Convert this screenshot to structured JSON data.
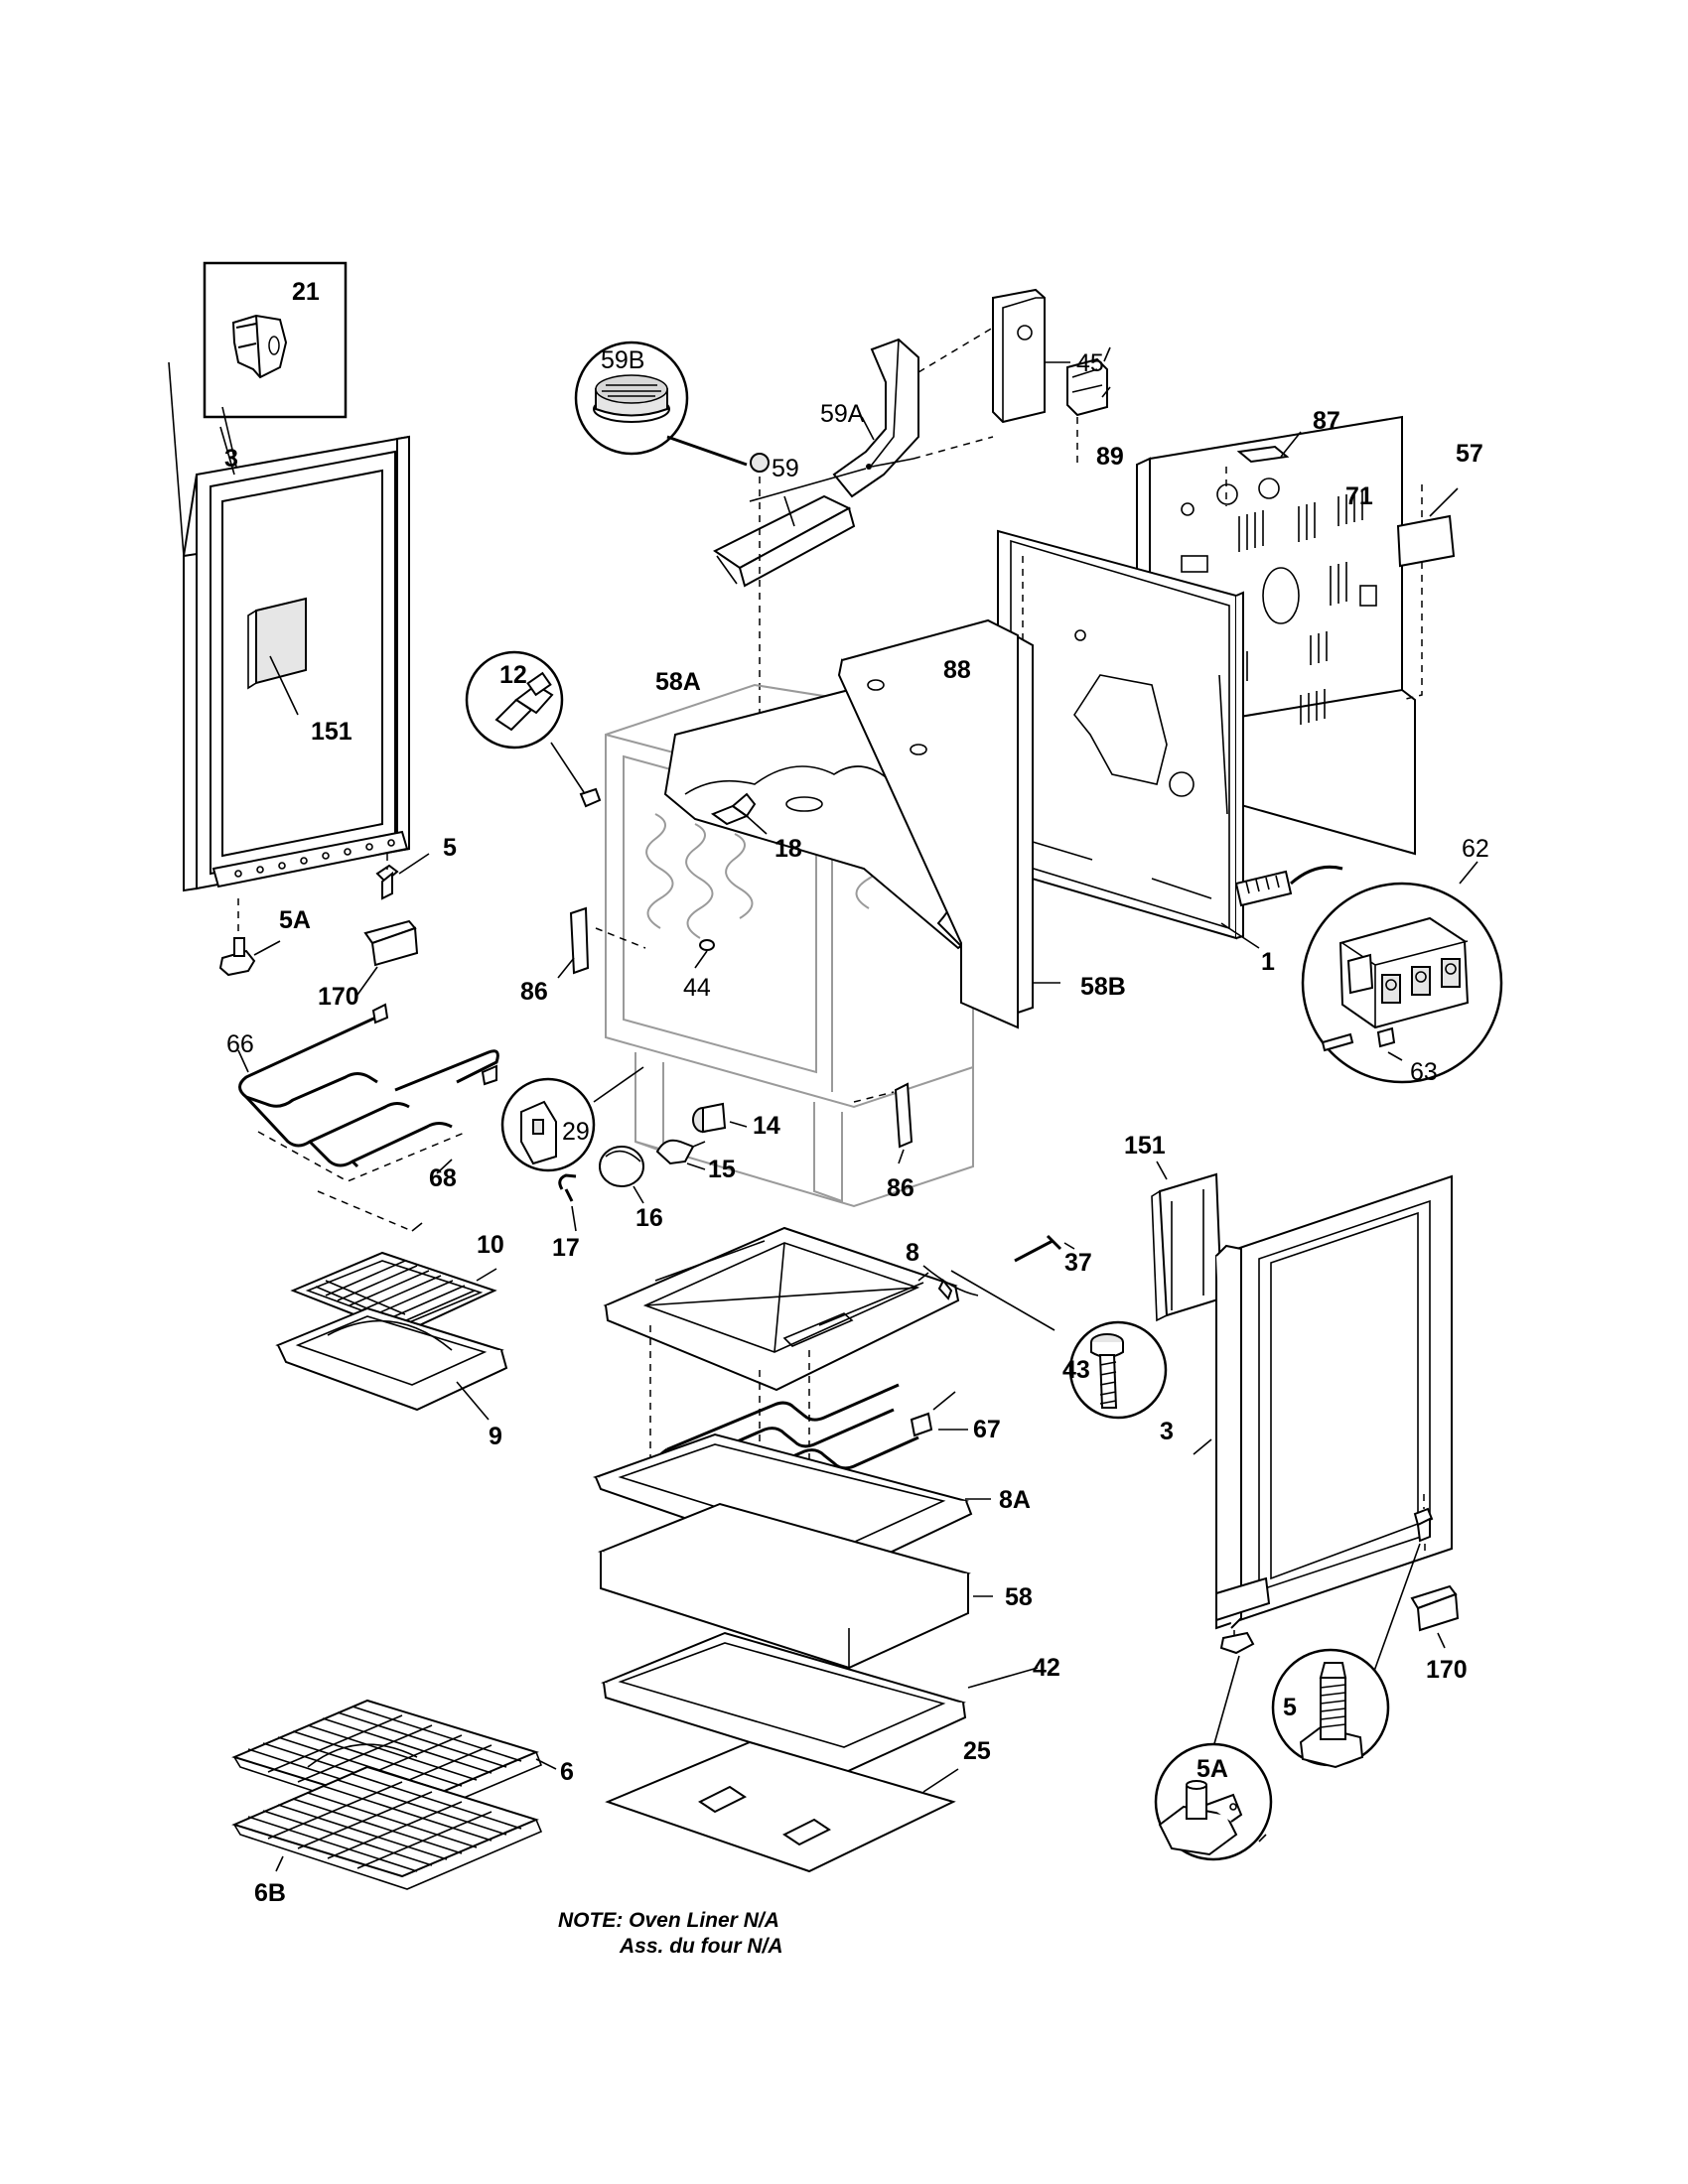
{
  "diagram": {
    "note_line1": "NOTE: Oven Liner N/A",
    "note_line2": "Ass. du four N/A",
    "labels": {
      "p21": "21",
      "p3_left": "3",
      "p151_left": "151",
      "p5_left": "5",
      "p5A_left": "5A",
      "p170_left": "170",
      "p12": "12",
      "p58A": "58A",
      "p59B": "59B",
      "p59": "59",
      "p59A": "59A",
      "p45": "45",
      "p89": "89",
      "p87": "87",
      "p71": "71",
      "p57": "57",
      "p88": "88",
      "p18": "18",
      "p62": "62",
      "p1": "1",
      "p58B": "58B",
      "p63": "63",
      "p86_left": "86",
      "p44": "44",
      "p66": "66",
      "p68": "68",
      "p29": "29",
      "p14": "14",
      "p15": "15",
      "p16": "16",
      "p17": "17",
      "p86_right": "86",
      "p151_right": "151",
      "p37": "37",
      "p10": "10",
      "p9": "9",
      "p8": "8",
      "p43": "43",
      "p3_right": "3",
      "p67": "67",
      "p8A": "8A",
      "p58": "58",
      "p42": "42",
      "p170_right": "170",
      "p6": "6",
      "p25": "25",
      "p5_right": "5",
      "p5A_right": "5A",
      "p6B": "6B"
    }
  }
}
